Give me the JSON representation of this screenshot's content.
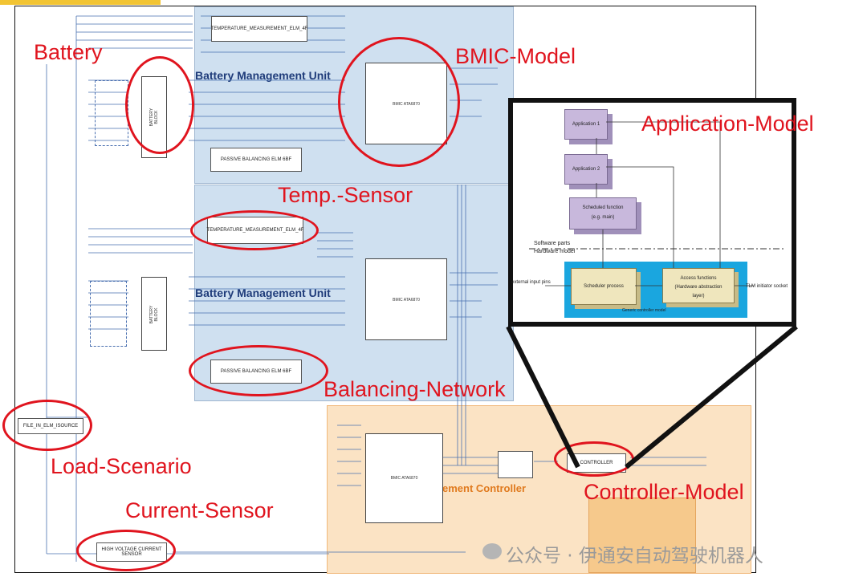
{
  "diagram": {
    "bmu_title_1": "Battery Management Unit",
    "bmu_title_2": "Battery Management Unit",
    "controller_title": "ement Controller",
    "chip_label": "BMIC ATA6870",
    "temp_sensor_box": "TEMPERATURE_MEASUREMENT_ELM_4F",
    "balancing_box": "PASSIVE BALANCING ELM 6BF",
    "battery_stack_label": "BATTERY BLOCK",
    "load_source_box": "FILE_IN_ELM_ISOURCE",
    "current_sensor_box": "HIGH VOLTAGE CURRENT SENSOR",
    "controller_box": "CONTROLLER"
  },
  "callouts": {
    "battery": "Battery",
    "bmic_model": "BMIC-Model",
    "application_model": "Application-Model",
    "temp_sensor": "Temp.-Sensor",
    "balancing_network": "Balancing-Network",
    "load_scenario": "Load-Scenario",
    "current_sensor": "Current-Sensor",
    "controller_model": "Controller-Model"
  },
  "app_panel": {
    "application_1": "Application 1",
    "application_2": "Application 2",
    "scheduled_function": "Scheduled function\n(e.g. main)",
    "software_parts": "Software parts",
    "hardware_model": "Hardware model",
    "external_input_pins": "external input pins",
    "scheduler_process": "Scheduler process",
    "access_functions": "Access functions\n(Hardware abstraction\nlayer)",
    "tlm_initiator_socket": "TLM initiator socket",
    "generic_controller_model": "Generic controller model"
  },
  "watermark": {
    "text": "公众号 · 伊通安自动驾驶机器人"
  },
  "colors": {
    "callout_red": "#e0141e",
    "bmu_blue": "#cfe0f0",
    "controller_orange": "#fbe3c4",
    "hardware_blue": "#1aa6df"
  }
}
